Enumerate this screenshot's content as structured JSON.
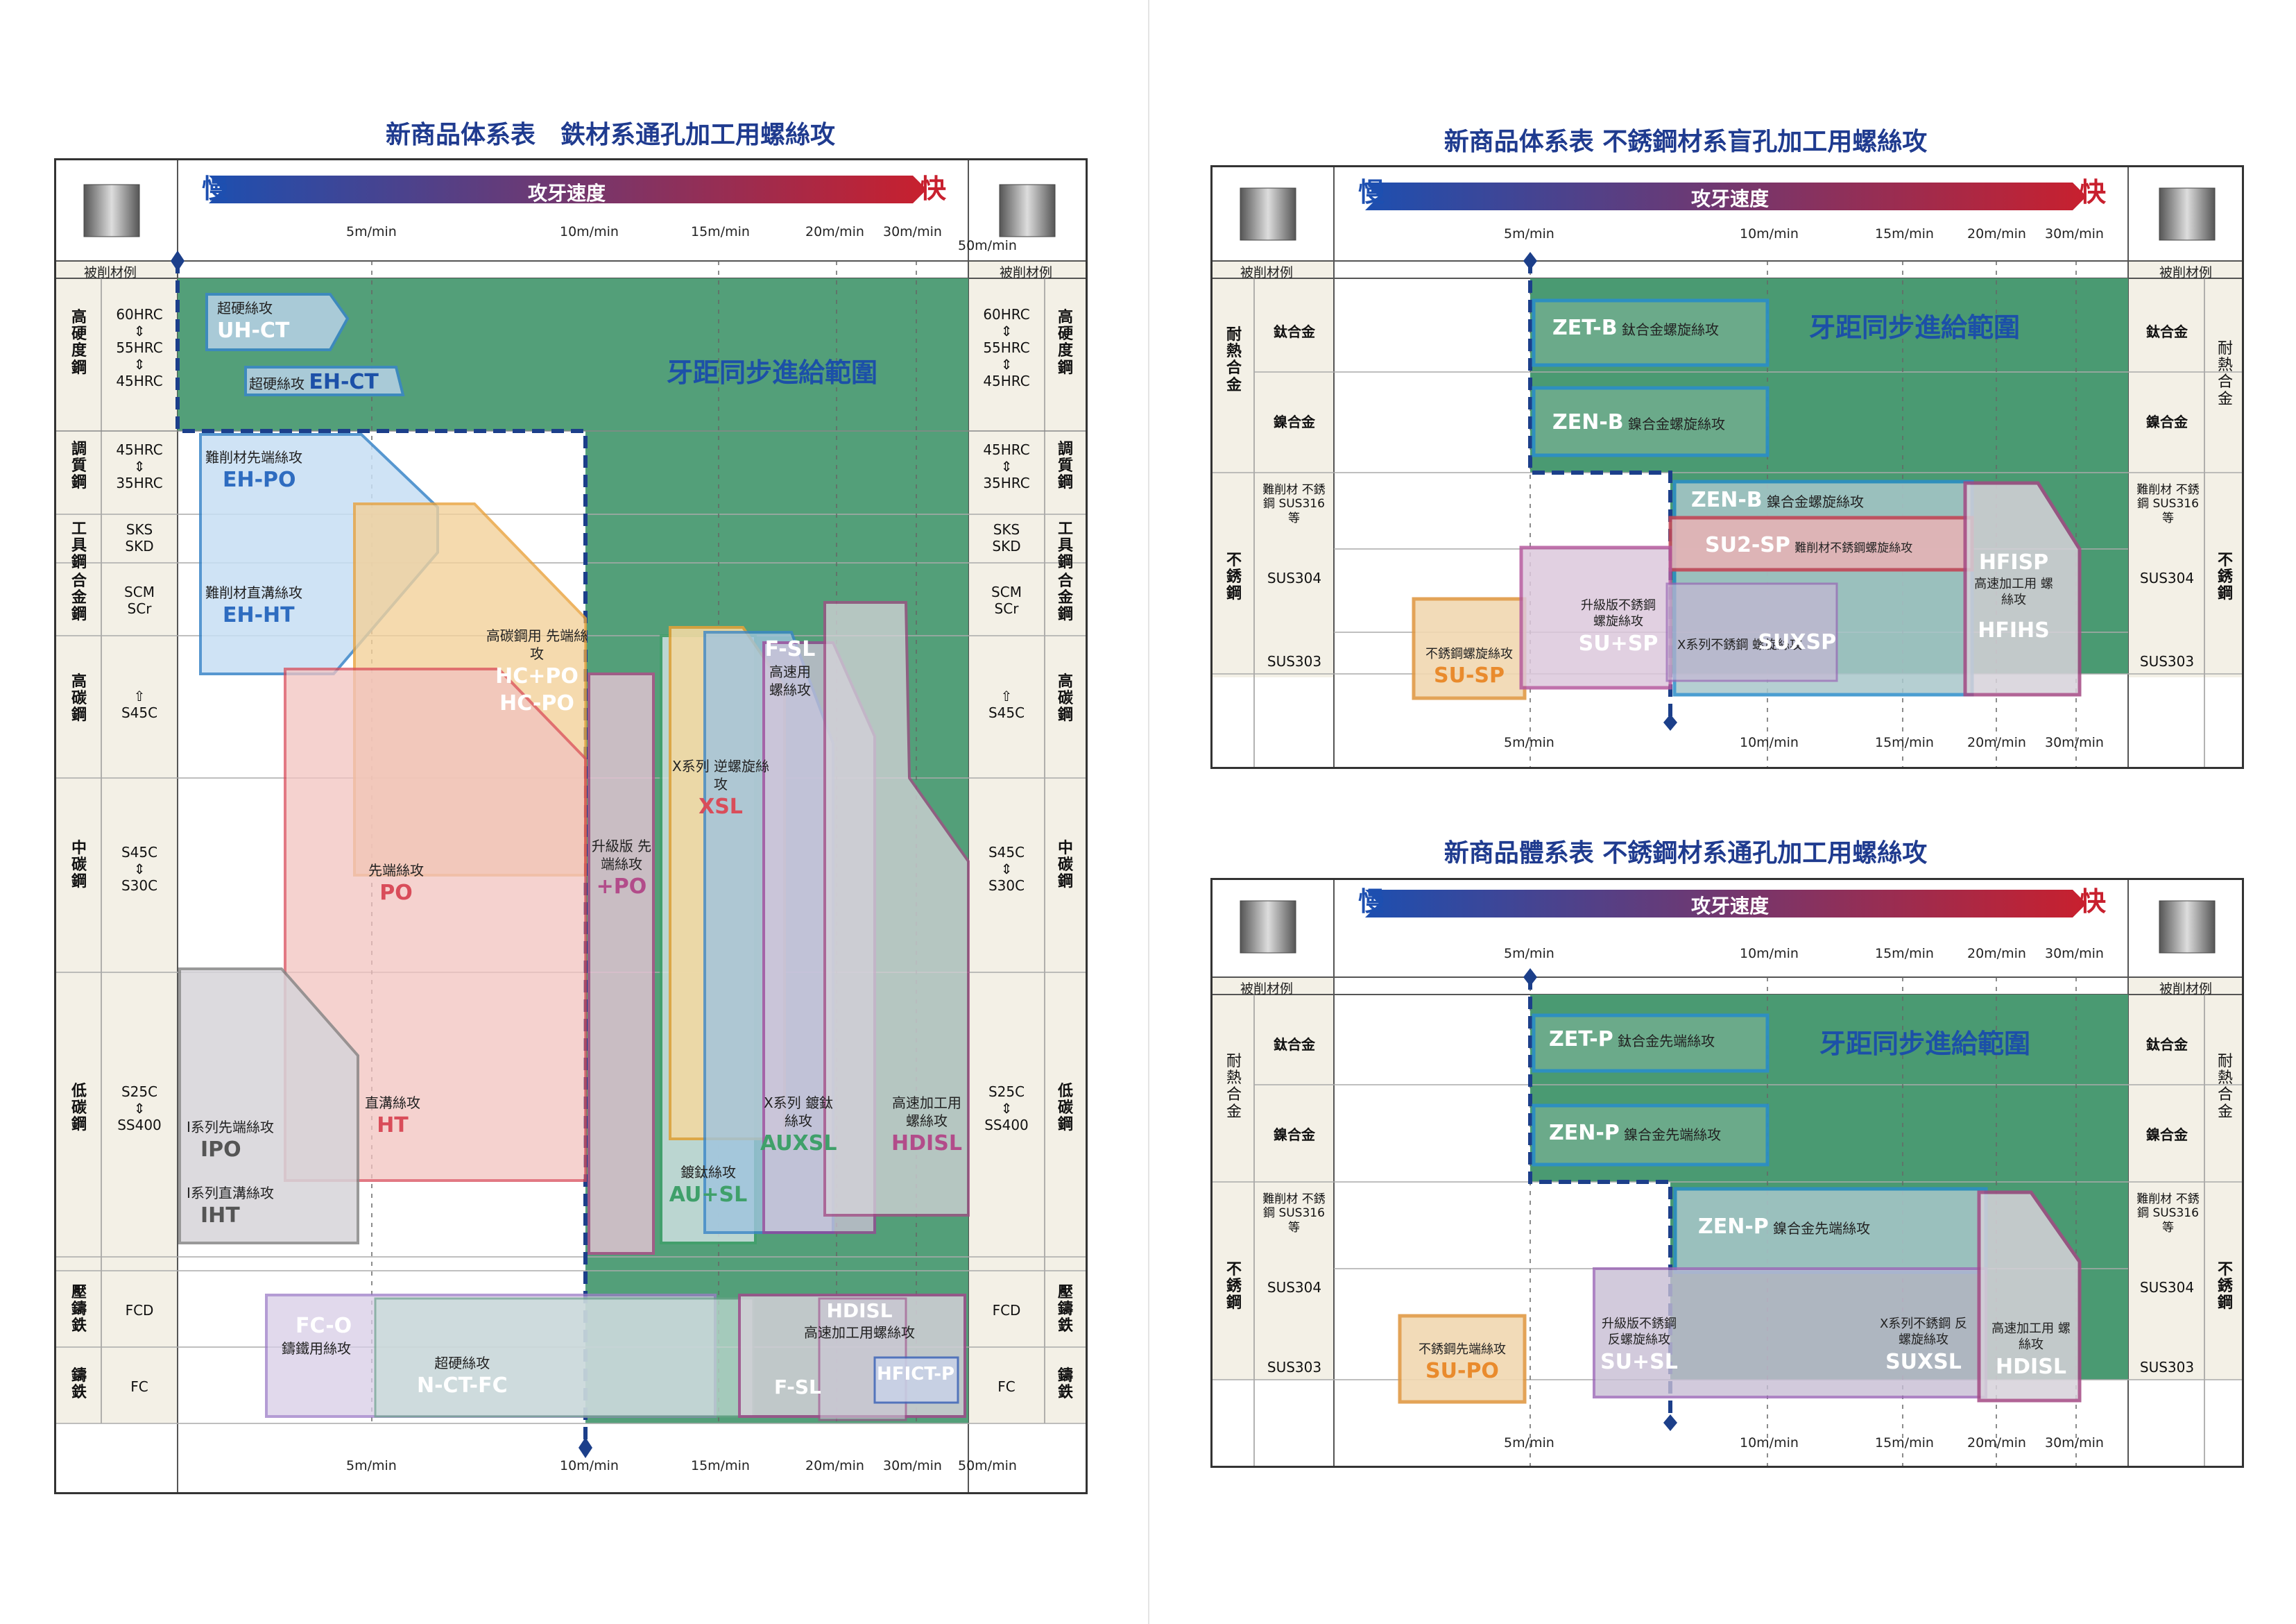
{
  "left": {
    "title": "新商品体系表　鉄材系通孔加工用螺絲攻",
    "slow": "慢",
    "fast": "快",
    "speed_label": "攻牙速度",
    "work_label": "被削材例",
    "ticks": [
      "5m/min",
      "10m/min",
      "15m/min",
      "20m/min",
      "30m/min",
      "50m/min"
    ],
    "sync": "牙距同步進給範圍",
    "categories": [
      {
        "name": "高硬度鋼",
        "mat": [
          "60HRC",
          "⇕",
          "55HRC",
          "⇕",
          "45HRC"
        ]
      },
      {
        "name": "調質鋼",
        "mat": [
          "45HRC",
          "⇕",
          "35HRC"
        ]
      },
      {
        "name": "工具鋼",
        "mat": [
          "SKS",
          "SKD"
        ]
      },
      {
        "name": "合金鋼",
        "mat": [
          "SCM",
          "SCr"
        ]
      },
      {
        "name": "高碳鋼",
        "mat": [
          "⇧",
          "S45C"
        ]
      },
      {
        "name": "中碳鋼",
        "mat": [
          "S45C",
          "⇕",
          "S30C"
        ]
      },
      {
        "name": "低碳鋼",
        "mat": [
          "S25C",
          "⇕",
          "SS400"
        ]
      },
      {
        "name": "壓鑄鉄",
        "mat": [
          "FCD"
        ]
      },
      {
        "name": "鑄鉄",
        "mat": [
          "FC"
        ]
      }
    ],
    "zones": {
      "uhct": {
        "desc": "超硬絲攻",
        "code": "UH-CT"
      },
      "ehct": {
        "desc": "超硬絲攻",
        "code": "EH-CT"
      },
      "ehpo": {
        "desc": "難削材先端絲攻",
        "code": "EH-PO"
      },
      "ehht": {
        "desc": "難削材直溝絲攻",
        "code": "EH-HT"
      },
      "hcpo": {
        "desc": "高碳鋼用 先端絲攻",
        "code": "HC+PO",
        "code2": "HC-PO"
      },
      "po": {
        "desc": "先端絲攻",
        "code": "PO"
      },
      "ht": {
        "desc": "直溝絲攻",
        "code": "HT"
      },
      "ipo": {
        "desc": "I系列先端絲攻",
        "code": "IPO"
      },
      "iht": {
        "desc": "I系列直溝絲攻",
        "code": "IHT"
      },
      "ppo": {
        "desc": "升級版 先端絲攻",
        "code": "+PO"
      },
      "xsl": {
        "desc": "X系列 逆螺旋絲攻",
        "code": "XSL"
      },
      "fsl": {
        "desc": "高速用 螺絲攻",
        "code": "F-SL"
      },
      "auxsl": {
        "desc": "X系列 鍍鈦絲攻",
        "code": "AUXSL"
      },
      "ausl": {
        "desc": "鍍鈦絲攻",
        "code": "AU+SL"
      },
      "hdisl": {
        "desc": "高速加工用 螺絲攻",
        "code": "HDISL"
      },
      "fco": {
        "desc": "鑄鐵用絲攻",
        "code": "FC-O"
      },
      "nctfc": {
        "desc": "超硬絲攻",
        "code": "N-CT-FC"
      },
      "hdisl2": {
        "desc": "高速加工用螺絲攻",
        "code": "HDISL"
      },
      "fsl2": {
        "code": "F-SL"
      },
      "hfict": {
        "code": "HFICT-P"
      }
    }
  },
  "rt": {
    "title": "新商品体系表 不銹鋼材系盲孔加工用螺絲攻",
    "slow": "慢",
    "fast": "快",
    "speed_label": "攻牙速度",
    "work_label": "被削材例",
    "ticks": [
      "5m/min",
      "10m/min",
      "15m/min",
      "20m/min",
      "30m/min"
    ],
    "sync": "牙距同步進給範圍",
    "cat1": "耐熱合金",
    "cat2": "不銹鋼",
    "rows": [
      "鈦合金",
      "鎳合金",
      "難削材 不銹鋼 SUS316等",
      "SUS304",
      "SUS303"
    ],
    "zones": {
      "zetb": {
        "code": "ZET-B",
        "desc": "鈦合金螺旋絲攻"
      },
      "zenb": {
        "code": "ZEN-B",
        "desc": "鎳合金螺旋絲攻"
      },
      "zenb2": {
        "code": "ZEN-B",
        "desc": "鎳合金螺旋絲攻"
      },
      "su2sp": {
        "code": "SU2-SP",
        "desc": "難削材不銹鋼螺旋絲攻"
      },
      "hfisp": {
        "code": "HFISP",
        "desc": "高速加工用 螺絲攻",
        "code2": "HFIHS"
      },
      "susp": {
        "code": "SU-SP",
        "desc": "不銹鋼螺旋絲攻"
      },
      "susp2": {
        "code": "SU+SP",
        "desc": "升級版不銹鋼 螺旋絲攻"
      },
      "suxsp": {
        "code": "SUXSP",
        "desc": "X系列不銹鋼 螺旋絲攻"
      }
    }
  },
  "rb": {
    "title": "新商品體系表 不銹鋼材系通孔加工用螺絲攻",
    "slow": "慢",
    "fast": "快",
    "speed_label": "攻牙速度",
    "work_label": "被削材例",
    "ticks": [
      "5m/min",
      "10m/min",
      "15m/min",
      "20m/min",
      "30m/min"
    ],
    "sync": "牙距同步進給範圍",
    "cat1": "耐熱合金",
    "cat2": "不銹鋼",
    "rows": [
      "鈦合金",
      "鎳合金",
      "難削材 不銹鋼 SUS316等",
      "SUS304",
      "SUS303"
    ],
    "zones": {
      "zetp": {
        "code": "ZET-P",
        "desc": "鈦合金先端絲攻"
      },
      "zenp": {
        "code": "ZEN-P",
        "desc": "鎳合金先端絲攻"
      },
      "zenp2": {
        "code": "ZEN-P",
        "desc": "鎳合金先端絲攻"
      },
      "supo": {
        "code": "SU-PO",
        "desc": "不銹鋼先端絲攻"
      },
      "susl": {
        "code": "SU+SL",
        "desc": "升級版不銹鋼 反螺旋絲攻"
      },
      "suxsl": {
        "code": "SUXSL",
        "desc": "X系列不銹鋼 反螺旋絲攻"
      },
      "hdisl": {
        "code": "HDISL",
        "desc": "高速加工用 螺絲攻"
      }
    }
  }
}
